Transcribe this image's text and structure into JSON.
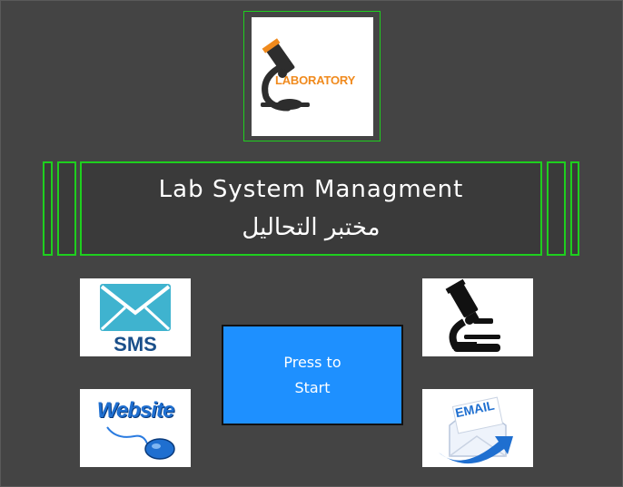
{
  "logo": {
    "icon": "microscope-logo-icon",
    "text": "LABORATORY",
    "accent": "#f08a1d"
  },
  "header": {
    "title_en": "Lab System Managment",
    "title_ar": "مختبر التحاليل"
  },
  "tiles": {
    "sms": {
      "icon": "sms-envelope-icon",
      "label": "SMS",
      "color": "#3fb3cf"
    },
    "website": {
      "icon": "website-mouse-icon",
      "label": "Website",
      "color": "#1f6fd0"
    },
    "microscope": {
      "icon": "microscope-icon"
    },
    "email": {
      "icon": "email-envelope-icon",
      "label": "EMAIL",
      "color": "#1f6fd0"
    }
  },
  "start_button": {
    "line1": "Press to",
    "line2": "Start"
  },
  "colors": {
    "background": "#444444",
    "frame_green": "#1ecf1e",
    "button_blue": "#1e90ff"
  }
}
